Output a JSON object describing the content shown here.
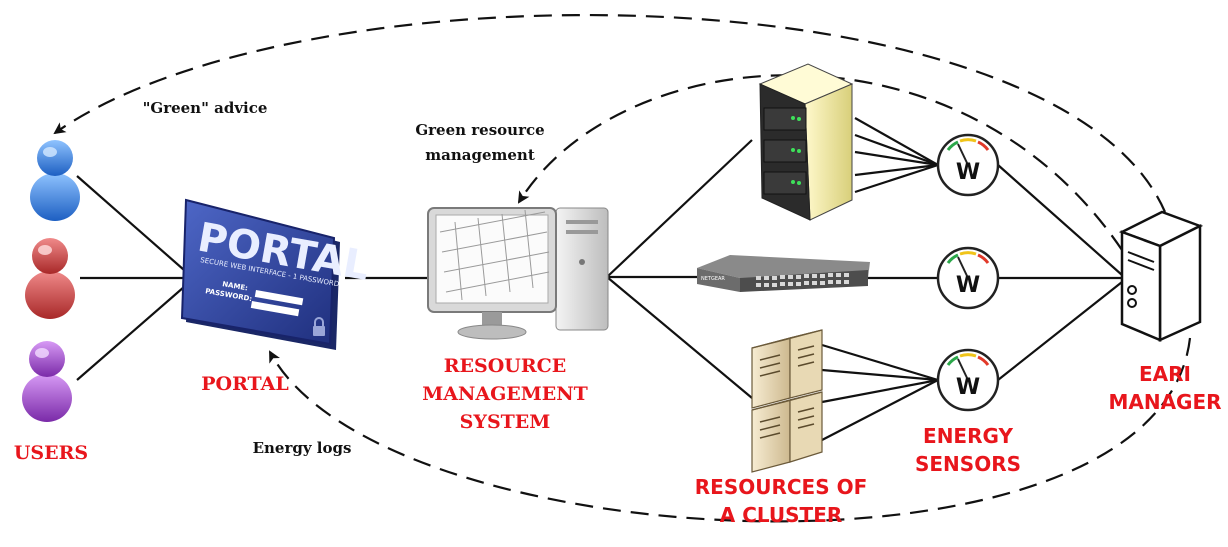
{
  "labels": {
    "users": "USERS",
    "portal": "PORTAL",
    "rms": "RESOURCE\nMANAGEMENT\nSYSTEM",
    "cluster": "RESOURCES OF\nA CLUSTER",
    "sensors": "ENERGY\nSENSORS",
    "manager": "EARI\nMANAGER"
  },
  "annotations": {
    "green_advice": "\"Green\" advice",
    "green_rm": "Green resource\nmanagement",
    "energy_logs": "Energy logs"
  },
  "portal_screen": {
    "title": "PORTAL",
    "subtitle": "SECURE WEB INTERFACE - 1 PASSWORD",
    "name_label": "NAME:",
    "password_label": "PASSWORD:"
  },
  "switch_brand": "NETGEAR",
  "meter_symbol": "W",
  "colors": {
    "label_red": "#e8161c",
    "user_blue": "#3b82d6",
    "user_red": "#c94040",
    "user_purple": "#9a45c4",
    "portal_blue": "#2a3f94"
  }
}
